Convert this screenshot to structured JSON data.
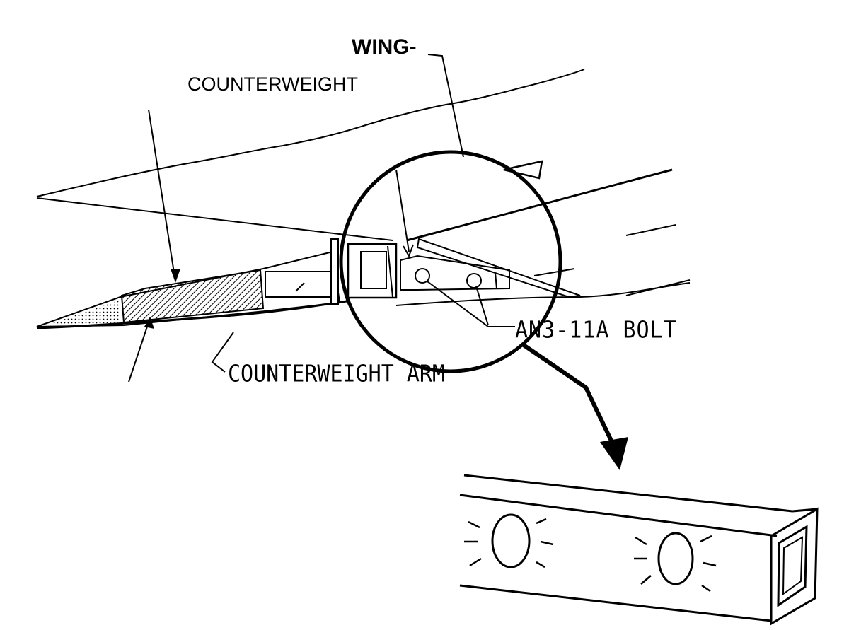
{
  "labels": {
    "wing": "WING-",
    "counterweight": "COUNTERWEIGHT",
    "bolt": "AN3-11A BOLT",
    "counterweight_arm": "COUNTERWEIGHT ARM"
  },
  "colors": {
    "ink": "#000000",
    "background": "#ffffff"
  }
}
